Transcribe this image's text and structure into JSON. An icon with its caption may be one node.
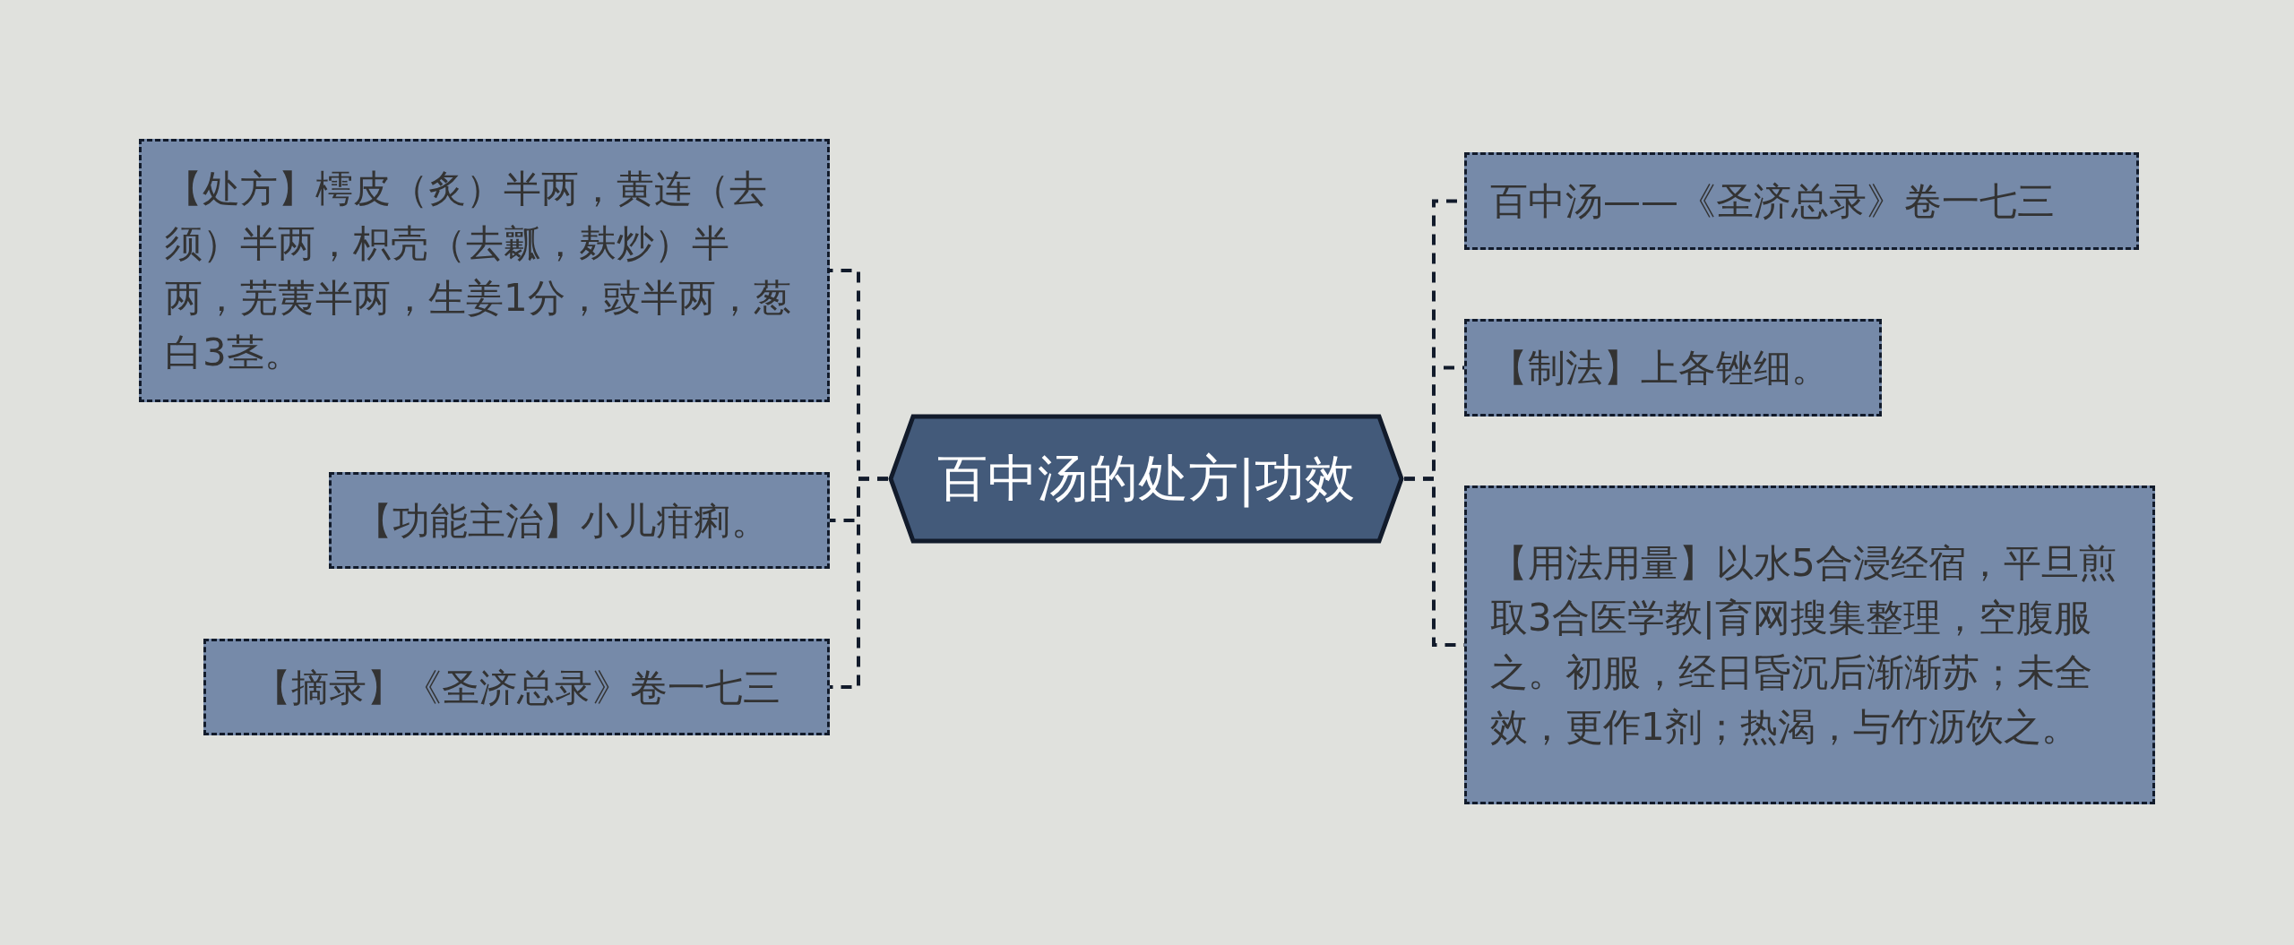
{
  "diagram": {
    "nodes": [
      {
        "text": [
          "百中汤的处方|功效"
        ]
      },
      {
        "text": [
          "【处方】樗皮（炙）半两，黄连（去须）半两，枳壳（去瓤，麸炒）半两，芜荑半两，生姜1分，豉半两，葱白3茎。"
        ]
      },
      {
        "text": [
          "【功能主治】小儿疳痢。"
        ]
      },
      {
        "text": [
          "【摘录】《圣济总录》卷一七三"
        ]
      },
      {
        "text": [
          "百中汤——《圣济总录》卷一七三"
        ]
      },
      {
        "text": [
          "【制法】上各锉细。"
        ]
      },
      {
        "text": [
          "【用法用量】以水5合浸经宿，平旦煎取3合医学教|育网搜集整理，空腹服之。初服，经日昏沉后渐渐苏；未全效，更作1剂；热渴，与竹沥饮之。"
        ]
      }
    ],
    "edges": [
      {
        "from": 0,
        "to": 1,
        "arrow": "none",
        "style": "dashed"
      },
      {
        "from": 0,
        "to": 2,
        "arrow": "none",
        "style": "dashed"
      },
      {
        "from": 0,
        "to": 3,
        "arrow": "none",
        "style": "dashed"
      },
      {
        "from": 0,
        "to": 4,
        "arrow": "none",
        "style": "dashed"
      },
      {
        "from": 0,
        "to": 5,
        "arrow": "none",
        "style": "dashed"
      },
      {
        "from": 0,
        "to": 6,
        "arrow": "none",
        "style": "dashed"
      }
    ]
  }
}
